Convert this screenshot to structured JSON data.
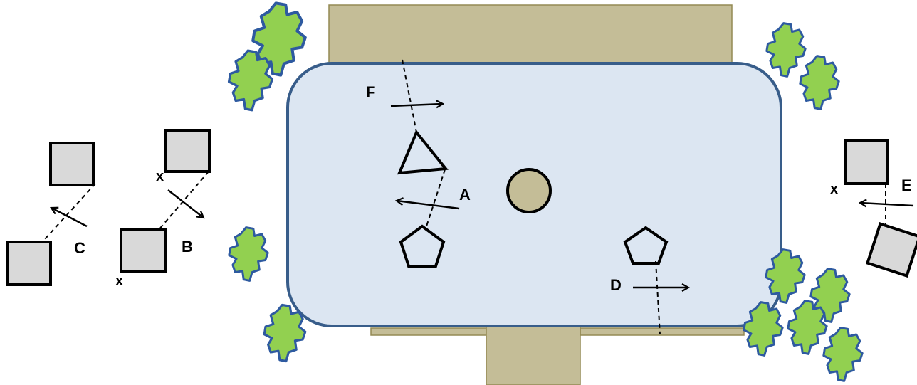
{
  "labels": {
    "a": "A",
    "b": "B",
    "c": "C",
    "d": "D",
    "e": "E",
    "f": "F",
    "x1": "x",
    "x2": "x",
    "x3": "x"
  },
  "colors": {
    "pool_fill": "#dce6f2",
    "pool_stroke": "#385d8a",
    "deck_fill": "#c4bd97",
    "deck_stroke": "#948a54",
    "tree_fill": "#92d050",
    "tree_stroke": "#2e5aa0",
    "block_fill": "#d9d9d9",
    "ink": "#000000"
  },
  "icons": [
    "tree-icon",
    "square-marker",
    "triangle-marker",
    "pentagon-marker",
    "circle-marker",
    "arrow"
  ]
}
